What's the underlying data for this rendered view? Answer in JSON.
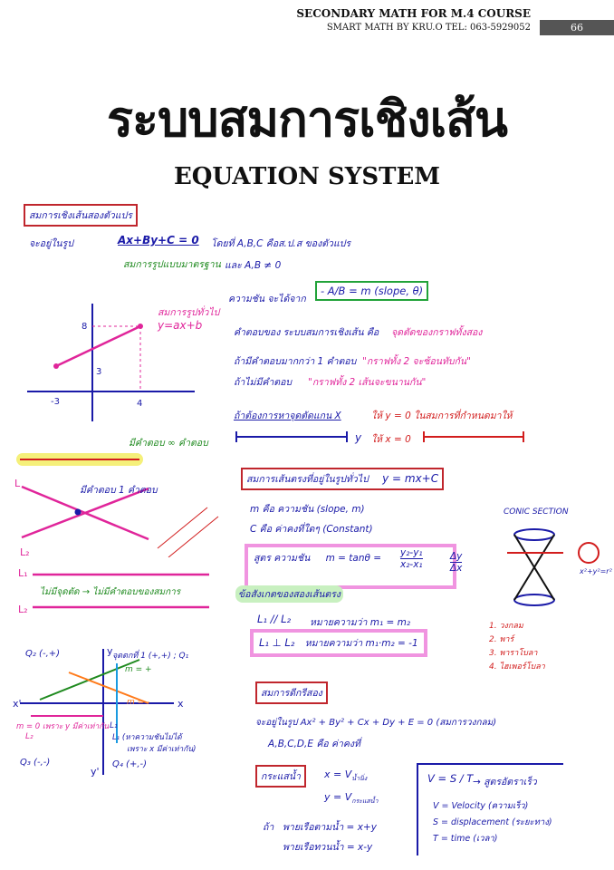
{
  "header": {
    "course": "SECONDARY MATH FOR M.4 COURSE",
    "sub": "SMART MATH BY KRU.O   TEL: 063-5929052",
    "page": "66"
  },
  "title_thai": "ระบบสมการเชิงเส้น",
  "title_eng": "EQUATION SYSTEM",
  "colors": {
    "blue": "#1a1aa8",
    "pink": "#e0259a",
    "red": "#d21d1d",
    "green": "#1f8a1f"
  },
  "notes": {
    "sec1_box": "สมการเชิงเส้นสองตัวแปร",
    "form_prefix": "จะอยู่ในรูป",
    "form_eq": "Ax+By+C = 0",
    "form_desc": "โดยที่ A,B,C คือส.ป.ส ของตัวแปร",
    "form_note": "สมการรูปแบบมาตรฐาน",
    "form_cond": "และ A,B ≠ 0",
    "slope_prefix": "ความชัน จะได้จาก",
    "slope_box": "- A/B = m (slope, θ)",
    "graph_label_general": "สมการรูปทั่วไป",
    "graph_label_eq": "y=ax+b",
    "answer_def_prefix": "คำตอบของ ระบบสมการเชิงเส้น คือ",
    "answer_def_pink": "จุดตัดของกราฟทั้งสอง",
    "many_answers": "ถ้ามีคำตอบมากกว่า 1 คำตอบ",
    "many_answers_pink": "\"กราฟทั้ง 2 จะซ้อนทับกัน\"",
    "no_answer": "ถ้าไม่มีคำตอบ",
    "no_answer_pink": "\"กราฟทั้ง 2 เส้นจะขนานกัน\"",
    "x_intercept": "ถ้าต้องการหาจุดตัดแกน X",
    "x_intercept_rule": "ให้ y = 0 ในสมการที่กำหนดมาให้",
    "y_label": "y",
    "y_rule": "ให้ x = 0",
    "infinite_answers": "มีคำตอบ ∞ คำตอบ",
    "one_answer": "มีคำตอบ 1 คำตอบ",
    "no_intersection": "ไม่มีจุดตัด → ไม่มีคำตอบของสมการ",
    "sec2_box": "สมการเส้นตรงที่อยู่ในรูปทั่วไป",
    "sec2_eq": "y = mx+C",
    "m_desc": "m คือ ความชัน (slope, m)",
    "c_desc": "C คือ ค่าคงที่ใดๆ (Constant)",
    "slope_formula_label": "สูตร ความชัน",
    "slope_formula_eq": "m = tanθ =",
    "slope_num": "y₂-y₁",
    "slope_den": "x₂-x₁",
    "slope_dy": "Δy",
    "slope_dx": "Δx",
    "notice": "ข้อสังเกตของสองเส้นตรง",
    "parallel": "L₁ // L₂",
    "parallel_desc": "หมายความว่า m₁ = m₂",
    "perp": "L₁ ⊥ L₂",
    "perp_desc": "หมายความว่า m₁·m₂ = -1",
    "conic_title": "CONIC SECTION",
    "circle_eq": "x²+y²=r²",
    "conic_list": [
      "1. วงกลม",
      "2. พาร์",
      "3. พาราโบลา",
      "4. ไฮเพอร์โบลา"
    ],
    "quad_q1": "จุดตกที่ 1 (+,+) ; Q₁",
    "quad_q2": "Q₂ (-,+)",
    "quad_q3": "Q₃ (-,-)",
    "quad_q4": "Q₄ (+,-)",
    "quad_m_plus": "m = +",
    "quad_m_zero": "m = 0  เพราะ y มีค่าเท่ากัน",
    "quad_l1": "L₁",
    "quad_l2": "L₂",
    "quad_l1_note": "L₁ (หาความชันไม่ได้",
    "quad_l1_note2": "เพราะ x มีค่าเท่ากัน)",
    "quad_m_minus": "m = -",
    "sec3_box": "สมการดีกรีสอง",
    "sec3_form": "จะอยู่ในรูป  Ax² + By² + Cx + Dy + E = 0  (สมการวงกลม)",
    "sec3_const": "A,B,C,D,E คือ ค่าคงที่",
    "stream_box": "กระแสน้ำ",
    "stream_x": "x = V",
    "stream_x_sub": "น้ำนิ่ง",
    "stream_y": "y = V",
    "stream_y_sub": "กระแสน้ำ",
    "boat_down_prefix": "ถ้า",
    "boat_down": "พายเรือตามน้ำ = x+y",
    "boat_up": "พายเรือทวนน้ำ = x-y",
    "vel_eq": "V = S / T",
    "vel_arrow": "→ สูตรอัตราเร็ว",
    "vel_v": "V = Velocity (ความเร็ว)",
    "vel_s": "S = displacement (ระยะทาง)",
    "vel_t": "T = time (เวลา)",
    "lbl_L": "L",
    "lbl_L2": "L₂",
    "lbl_L1b": "L₁",
    "lbl_L2b": "L₂",
    "ax_x": "x",
    "ax_xp": "x'",
    "ax_y": "y",
    "ax_yp": "y'",
    "g_8": "8",
    "g_3": "3",
    "g_m3": "-3",
    "g_4": "4"
  }
}
